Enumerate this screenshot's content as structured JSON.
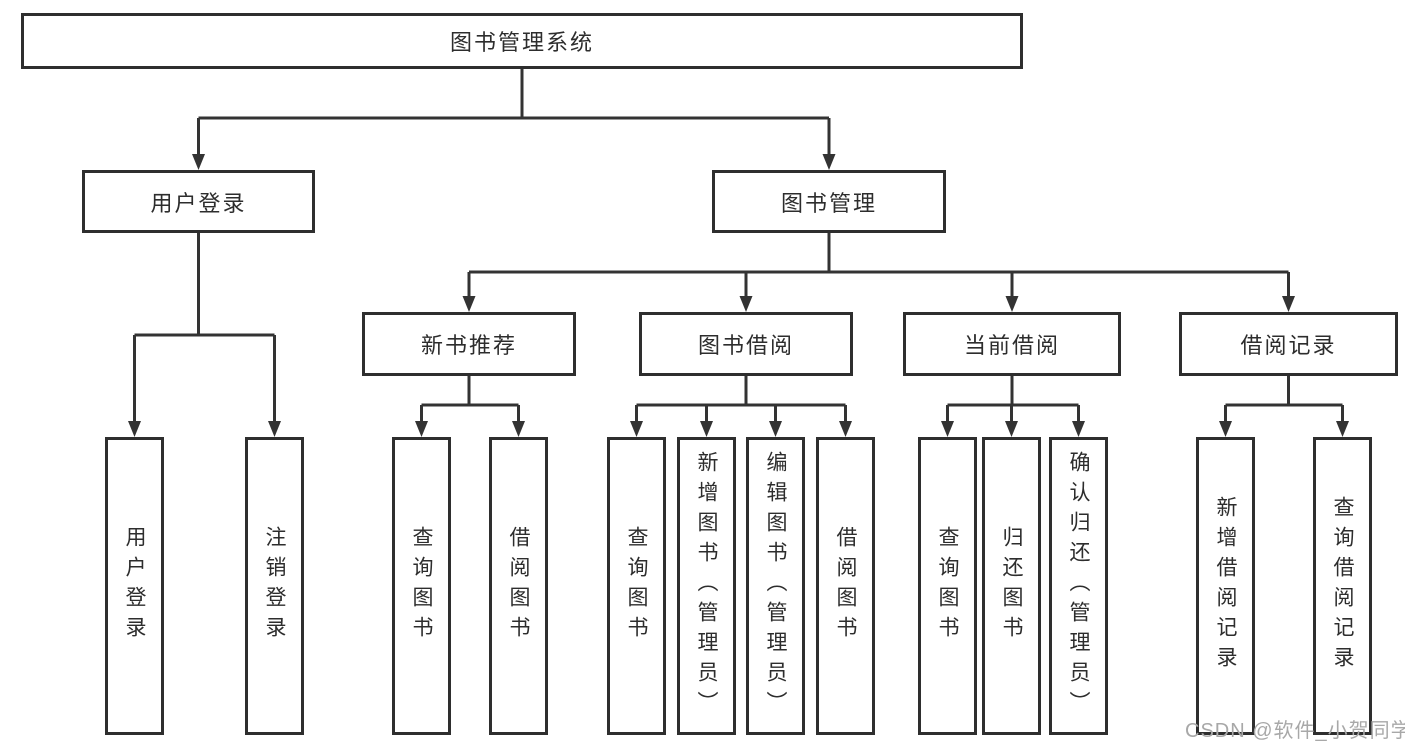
{
  "diagram": {
    "root": {
      "label": "图书管理系统"
    },
    "user_login": {
      "label": "用户登录",
      "children": [
        {
          "label": "用户登录"
        },
        {
          "label": "注销登录"
        }
      ]
    },
    "book_management": {
      "label": "图书管理",
      "sections": [
        {
          "label": "新书推荐",
          "children": [
            {
              "label": "查询图书"
            },
            {
              "label": "借阅图书"
            }
          ]
        },
        {
          "label": "图书借阅",
          "children": [
            {
              "label": "查询图书"
            },
            {
              "label": "新增图书（管理员）"
            },
            {
              "label": "编辑图书（管理员）"
            },
            {
              "label": "借阅图书"
            }
          ]
        },
        {
          "label": "当前借阅",
          "children": [
            {
              "label": "查询图书"
            },
            {
              "label": "归还图书"
            },
            {
              "label": "确认归还（管理员）"
            }
          ]
        },
        {
          "label": "借阅记录",
          "children": [
            {
              "label": "新增借阅记录"
            },
            {
              "label": "查询借阅记录"
            }
          ]
        }
      ]
    },
    "watermark": "CSDN @软件_小贺同学"
  },
  "colors": {
    "background": "#ffffff",
    "box_border": "#2e2e2e",
    "connector_line": "#333333",
    "text": "#2d2d2d",
    "watermark_text": "#a8a8a8"
  }
}
